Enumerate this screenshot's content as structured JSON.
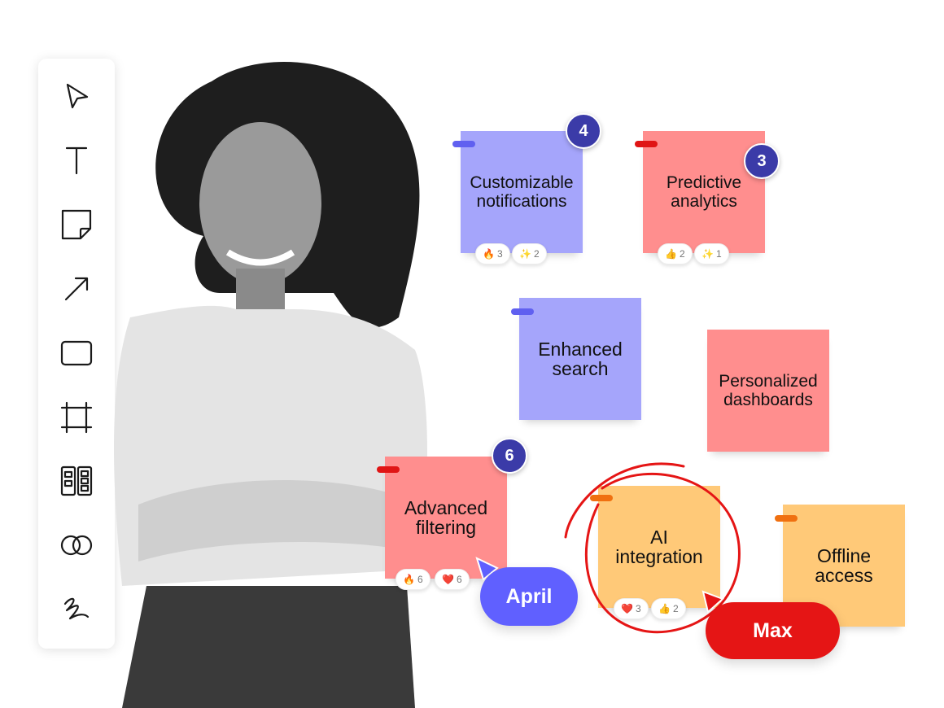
{
  "toolbar": {
    "tools": [
      {
        "name": "select-tool",
        "icon": "cursor-icon"
      },
      {
        "name": "text-tool",
        "icon": "text-icon"
      },
      {
        "name": "sticky-note-tool",
        "icon": "sticky-note-icon"
      },
      {
        "name": "arrow-tool",
        "icon": "arrow-icon"
      },
      {
        "name": "rectangle-tool",
        "icon": "rectangle-icon"
      },
      {
        "name": "frame-tool",
        "icon": "frame-icon"
      },
      {
        "name": "template-tool",
        "icon": "template-icon"
      },
      {
        "name": "shapes-tool",
        "icon": "overlap-circles-icon"
      },
      {
        "name": "pen-tool",
        "icon": "pen-icon"
      }
    ]
  },
  "colors": {
    "purple": "#a5a5fb",
    "pink": "#ff8e8e",
    "yellow": "#ffc978",
    "badge": "#3b3ba8",
    "april": "#6060ff",
    "max": "#e51515"
  },
  "notes": [
    {
      "text": "Customizable notifications",
      "votes": "4",
      "reactions": [
        {
          "emoji": "🔥",
          "count": "3"
        },
        {
          "emoji": "✨",
          "count": "2"
        }
      ]
    },
    {
      "text": "Predictive analytics",
      "votes": "3",
      "reactions": [
        {
          "emoji": "👍",
          "count": "2"
        },
        {
          "emoji": "✨",
          "count": "1"
        }
      ]
    },
    {
      "text": "Enhanced search"
    },
    {
      "text": "Personalized dashboards"
    },
    {
      "text": "Advanced filtering",
      "votes": "6",
      "reactions": [
        {
          "emoji": "🔥",
          "count": "6"
        },
        {
          "emoji": "❤️",
          "count": "6"
        }
      ]
    },
    {
      "text": "AI integration",
      "reactions": [
        {
          "emoji": "❤️",
          "count": "3"
        },
        {
          "emoji": "👍",
          "count": "2"
        }
      ]
    },
    {
      "text": "Offline access"
    }
  ],
  "cursors": {
    "april": "April",
    "max": "Max"
  }
}
